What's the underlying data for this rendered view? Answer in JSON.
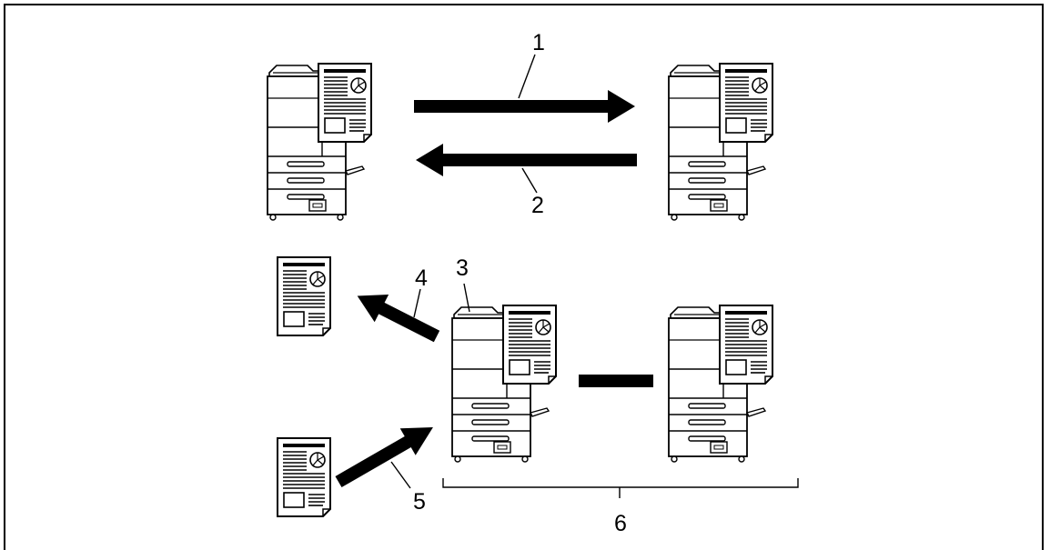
{
  "labels": {
    "arrow_send": "1",
    "arrow_receive": "2",
    "machine_relay": "3",
    "arrow_output": "4",
    "arrow_input": "5",
    "group_connected": "6"
  }
}
